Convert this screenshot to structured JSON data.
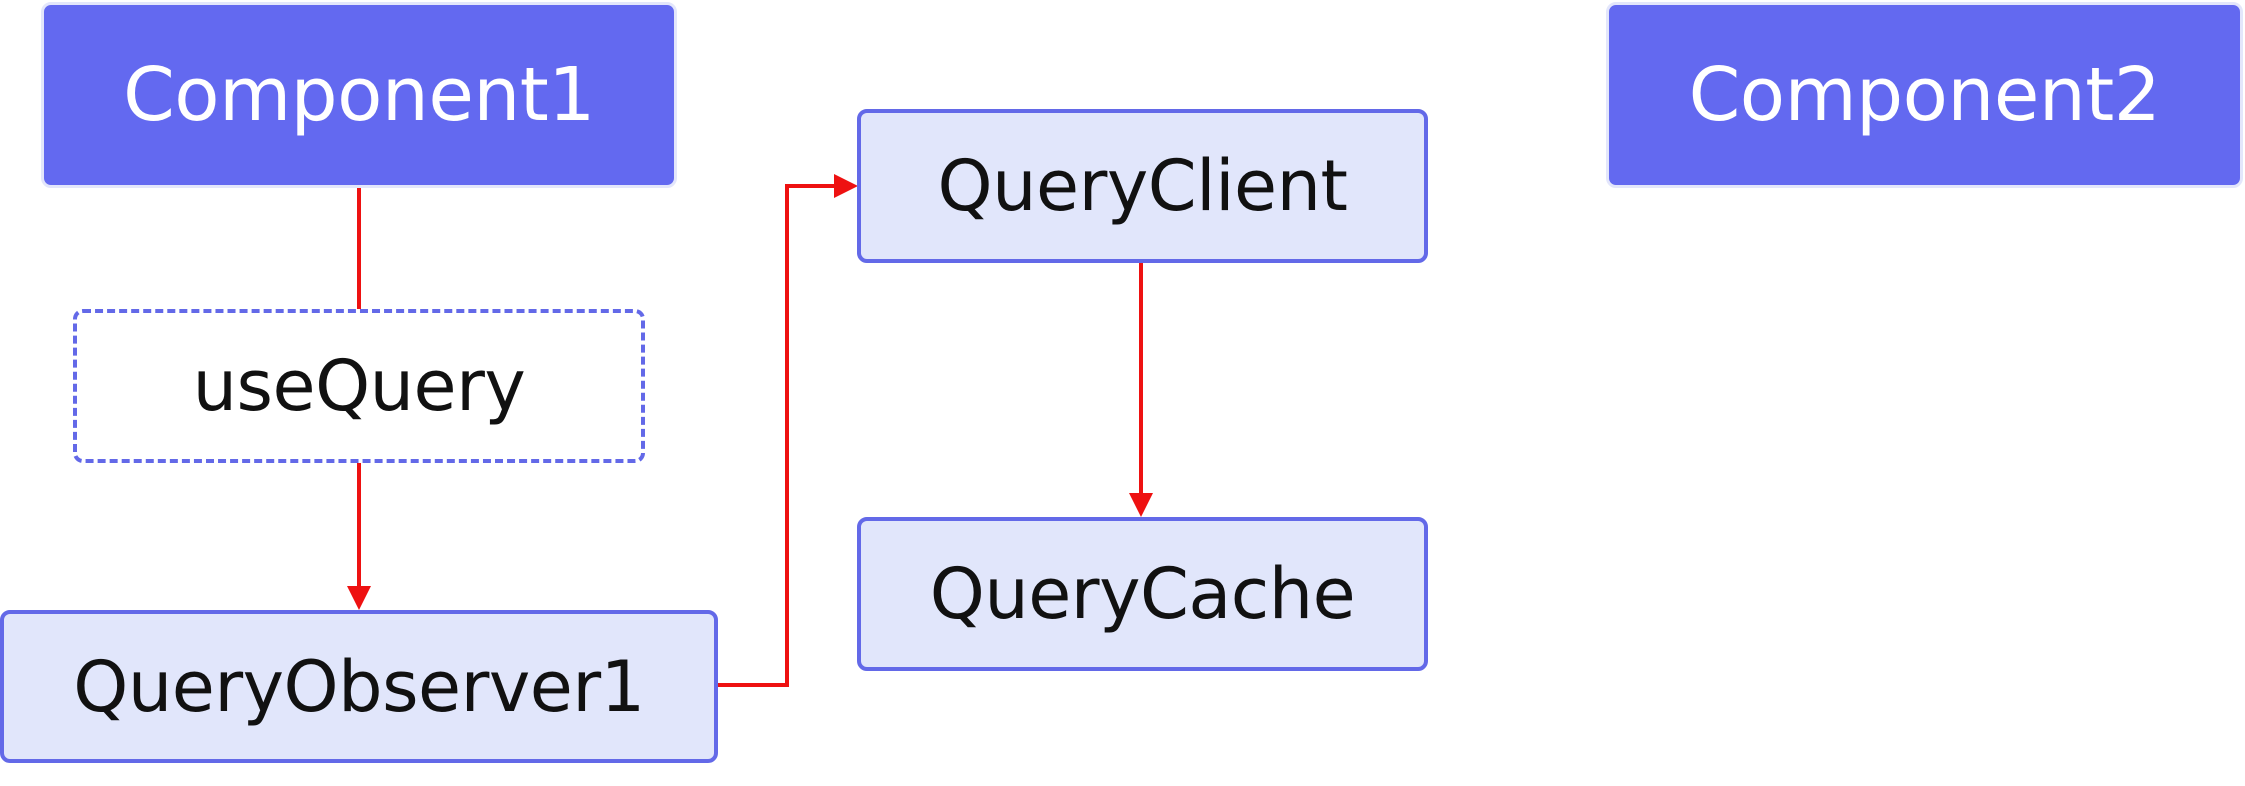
{
  "colors": {
    "component_fill": "#6369f0",
    "node_fill": "#e1e6fb",
    "node_border": "#6369e8",
    "arrow": "#ee1111"
  },
  "nodes": {
    "component1": {
      "label": "Component1"
    },
    "component2": {
      "label": "Component2"
    },
    "use_query": {
      "label": "useQuery"
    },
    "query_observer1": {
      "label": "QueryObserver1"
    },
    "query_client": {
      "label": "QueryClient"
    },
    "query_cache": {
      "label": "QueryCache"
    }
  }
}
